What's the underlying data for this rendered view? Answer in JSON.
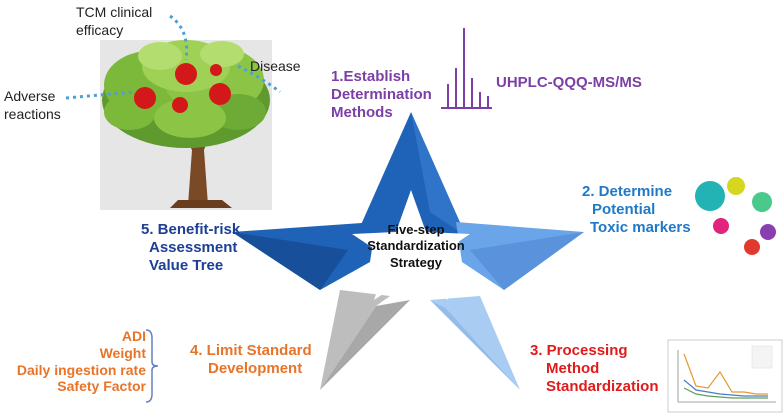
{
  "tree_labels": {
    "tcm_line1": "TCM clinical",
    "tcm_line2": "efficacy",
    "disease": "Disease",
    "adverse_line1": "Adverse",
    "adverse_line2": "reactions"
  },
  "steps": {
    "step1": {
      "line1": "1.Establish",
      "line2": "Determination",
      "line3": "Methods"
    },
    "method": "UHPLC-QQQ-MS/MS",
    "step2": {
      "line1": "2. Determine",
      "line2": "Potential",
      "line3": "Toxic markers"
    },
    "step3": {
      "line1": "3. Processing",
      "line2": "Method",
      "line3": "Standardization"
    },
    "step4": {
      "line1": "4.  Limit Standard",
      "line2": "Development"
    },
    "step5": {
      "line1": "5. Benefit-risk",
      "line2": "Assessment",
      "line3": "Value Tree"
    }
  },
  "factors": [
    "ADI",
    "Weight",
    "Daily ingestion rate",
    "Safety Factor"
  ],
  "center": {
    "line1": "Five-step",
    "line2": "Standardization",
    "line3": "Strategy"
  },
  "colors": {
    "step1": "#7b3fa6",
    "step2": "#1f79c8",
    "step3": "#e01b1b",
    "step4": "#e8742a",
    "step5": "#1d3f94",
    "star_dark": "#1f63b8",
    "star_light": "#6aa5ea",
    "star_gray": "#bdbdbd",
    "star_pale": "#a9ccf2"
  },
  "icons": [
    "tree-icon",
    "mass-spectrum-icon",
    "molecule-bubbles-icon",
    "line-chart-thumbnail-icon"
  ]
}
